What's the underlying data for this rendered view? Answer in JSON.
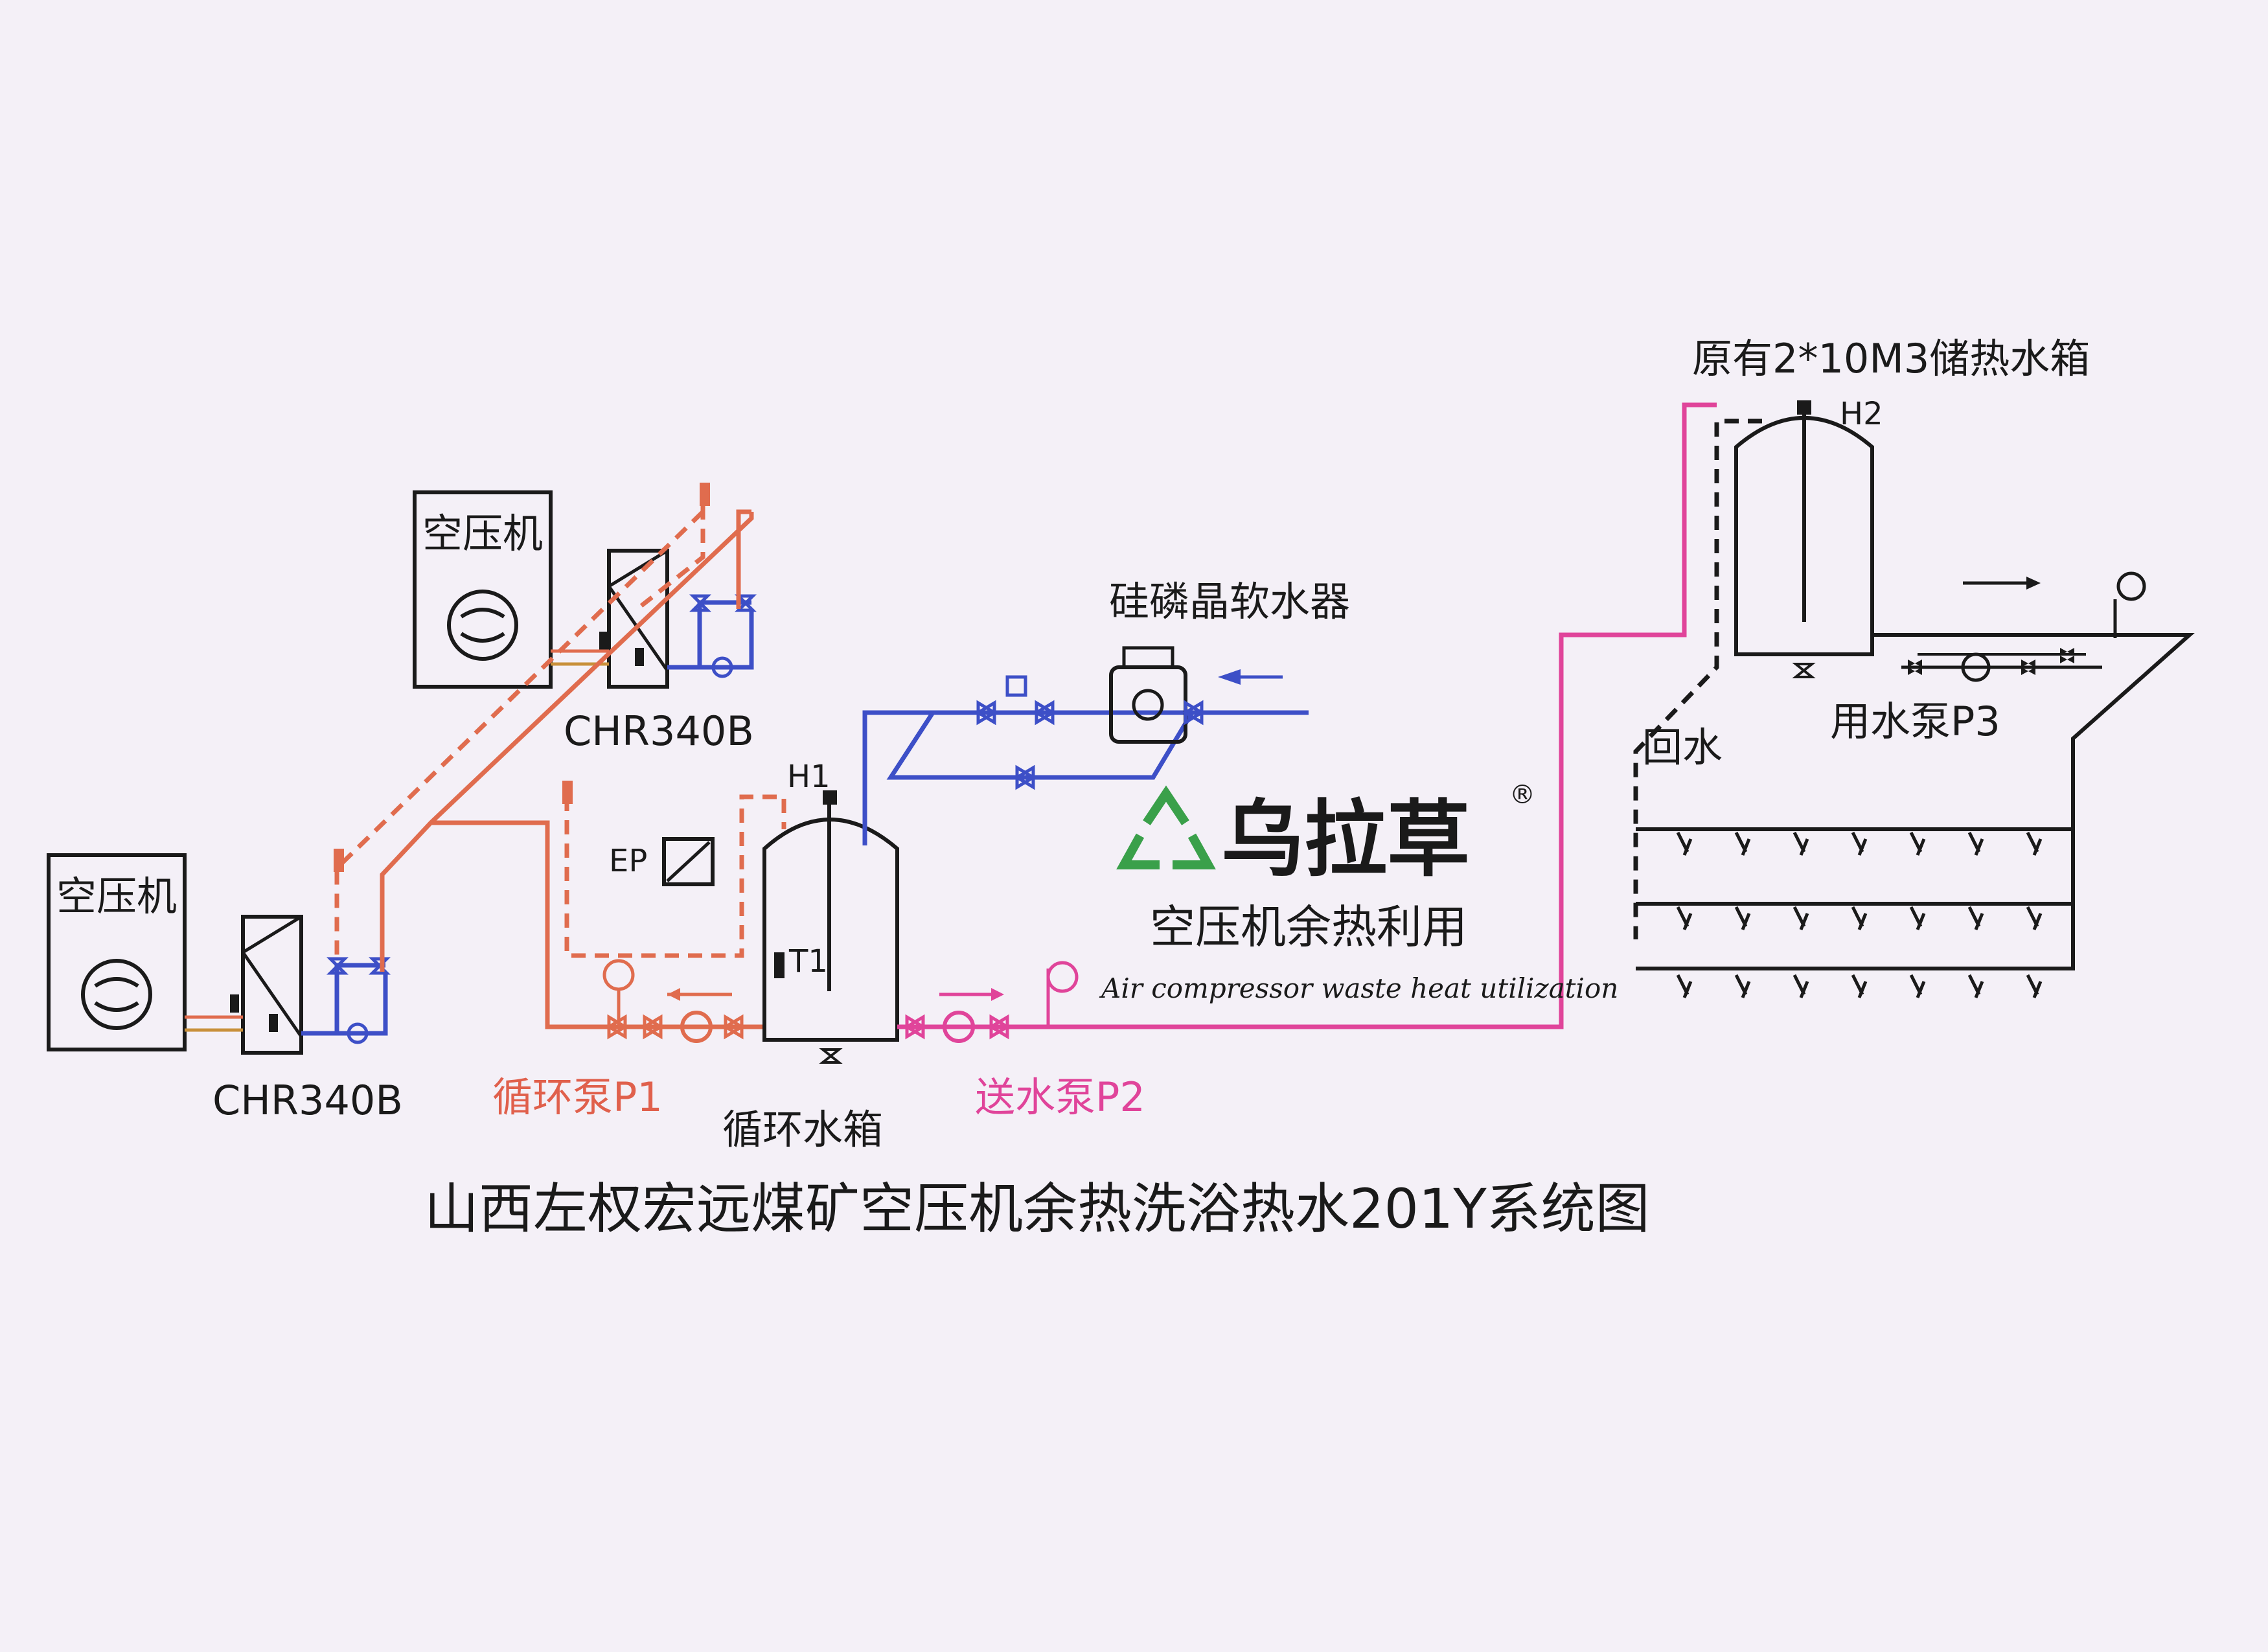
{
  "labels": {
    "compressor_top": "空压机",
    "compressor_left": "空压机",
    "chr_top": "CHR340B",
    "chr_left": "CHR340B",
    "softener": "硅磷晶软水器",
    "storage_tank": "原有2*10M3储热水箱",
    "h2": "H2",
    "h1": "H1",
    "ep": "EP",
    "t1": "T1",
    "return_water": "回水",
    "pump_p3": "用水泵P3",
    "pump_p1": "循环泵P1",
    "circ_tank": "循环水箱",
    "pump_p2": "送水泵P2"
  },
  "logo": {
    "brand": "乌拉草",
    "registered": "®",
    "subtitle": "空压机余热利用",
    "tagline": "Air compressor waste heat utilization"
  },
  "title": "山西左权宏远煤矿空压机余热洗浴热水201Y系统图",
  "colors": {
    "hot_pipe": "#e06c4e",
    "supply_pipe": "#e0449a",
    "cold_pipe": "#3d4fc7",
    "equipment": "#1a1a1a",
    "logo_green": "#3aa04a"
  }
}
